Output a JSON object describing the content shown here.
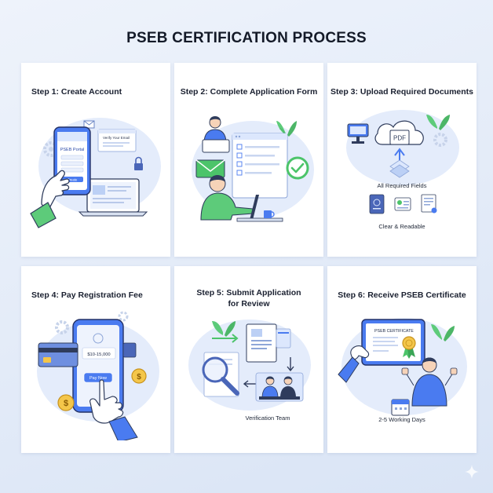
{
  "title": "PSEB CERTIFICATION PROCESS",
  "colors": {
    "accent_blue": "#4a7bf0",
    "accent_green": "#4cc46a",
    "light_blue": "#dbe6fb",
    "background": "#e6edf8"
  },
  "steps": [
    {
      "title": "Step 1: Create Account",
      "icons": [
        "smartphone-icon",
        "hand-icon",
        "laptop-icon",
        "email-icon",
        "lock-icon",
        "gear-icon"
      ],
      "phone_app_name": "PSEB Portal",
      "phone_button_label": "Create",
      "email_card_label": "Verify Your Email"
    },
    {
      "title": "Step 2: Complete Application Form",
      "icons": [
        "person-icon",
        "checklist-icon",
        "envelope-icon",
        "checkmark-icon",
        "laptop-icon",
        "coffee-mug-icon",
        "plant-icon"
      ]
    },
    {
      "title": "Step 3: Upload Required Documents",
      "icons": [
        "cloud-upload-icon",
        "pdf-icon",
        "monitor-icon",
        "gear-icon",
        "passport-icon",
        "id-card-icon",
        "certificate-icon"
      ],
      "pdf_label": "PDF",
      "caption_1": "All Required Fields",
      "caption_2": "Clear & Readable"
    },
    {
      "title": "Step 4: Pay Registration Fee",
      "icons": [
        "smartphone-icon",
        "credit-card-icon",
        "dollar-coin-icon",
        "hand-icon",
        "gear-icon"
      ],
      "amount": "$10-15,000",
      "pay_button_label": "Pay Now",
      "coin_symbol": "$"
    },
    {
      "title_line1": "Step 5: Submit Application",
      "title_line2": "for Review",
      "icons": [
        "magnifier-icon",
        "document-icon",
        "arrow-down-icon",
        "arrow-left-icon",
        "team-icon",
        "plant-icon"
      ],
      "caption": "Verification Team"
    },
    {
      "title": "Step 6: Receive PSEB Certificate",
      "icons": [
        "tablet-icon",
        "certificate-icon",
        "award-medal-icon",
        "person-icon",
        "calendar-icon",
        "plant-icon"
      ],
      "certificate_heading": "PSEB CERTIFICATE",
      "caption": "2-5 Working Days"
    }
  ]
}
